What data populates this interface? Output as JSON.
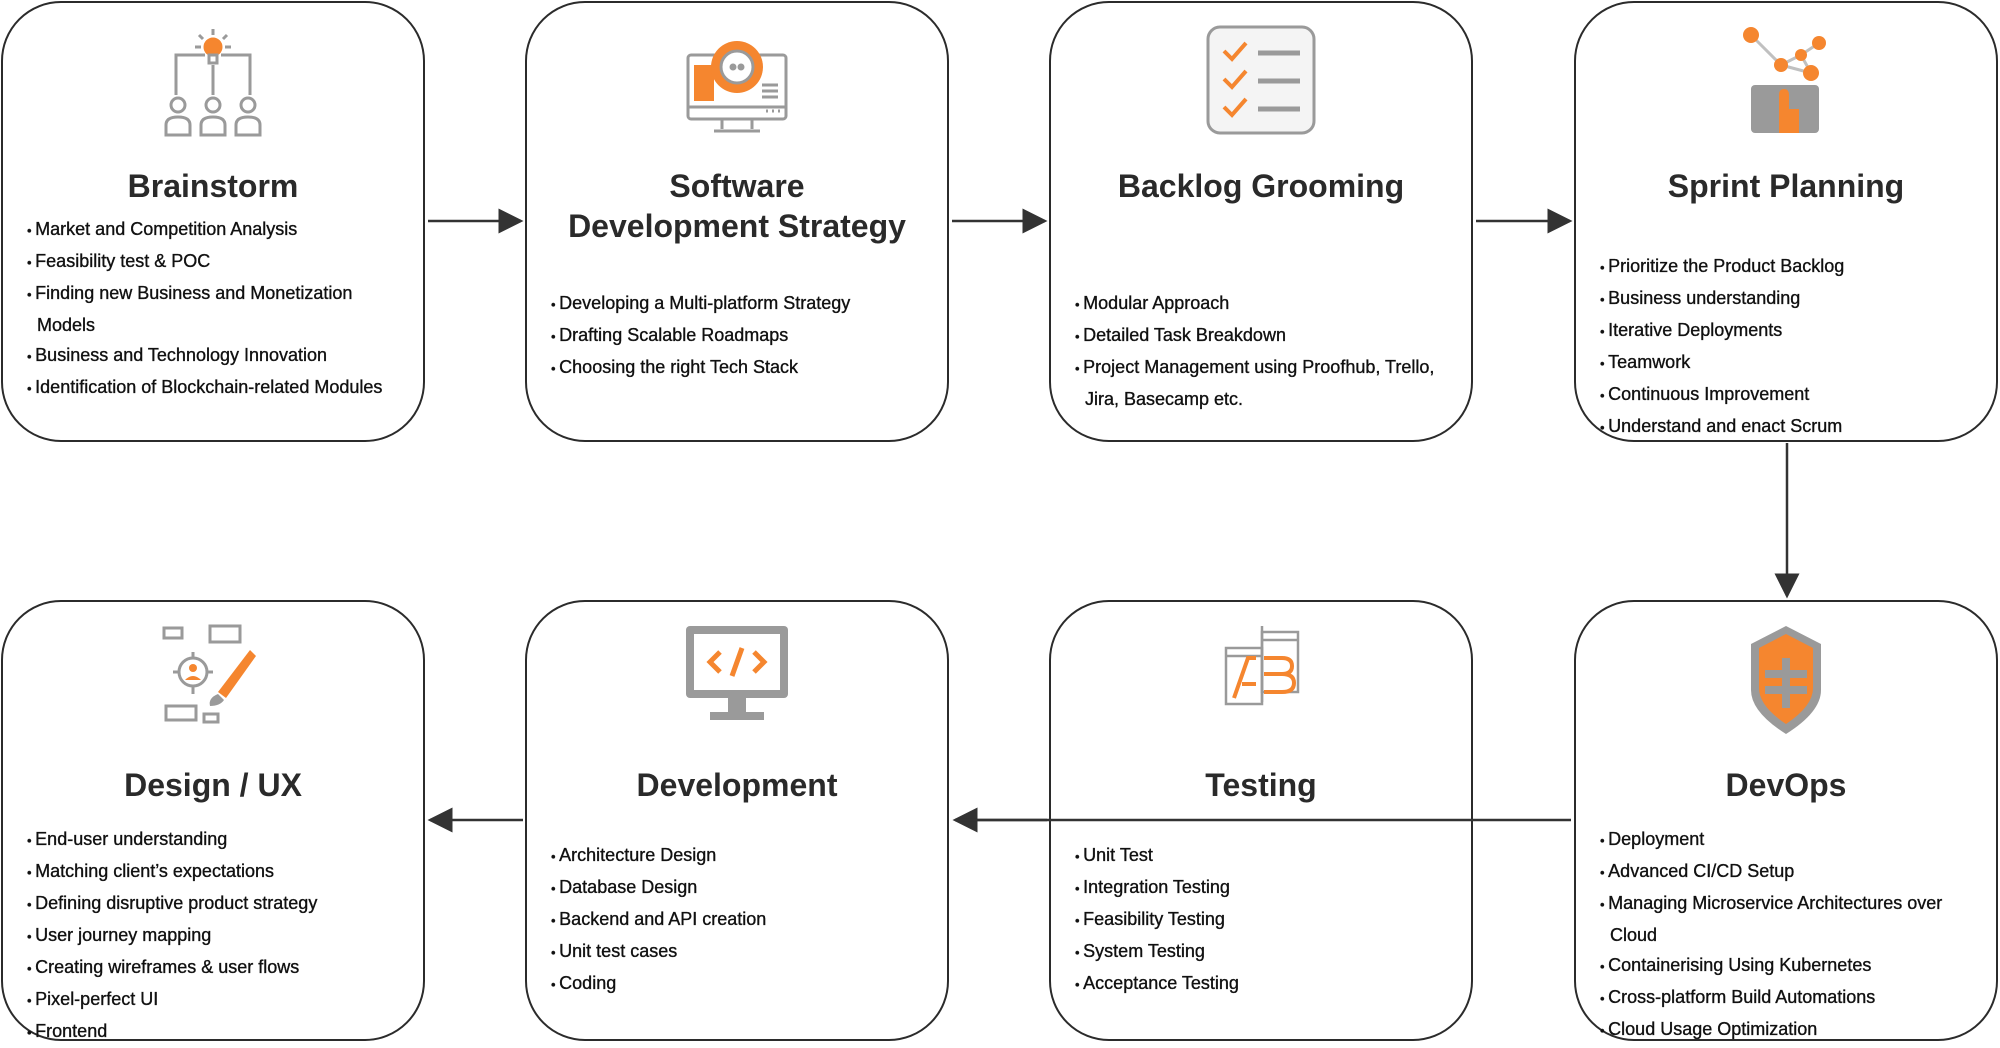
{
  "colors": {
    "accent": "#f5862f",
    "icon_gray": "#9a9a9a",
    "border": "#2b2b2b"
  },
  "steps": [
    {
      "title": "Brainstorm",
      "icon": "brainstorm-team-lightbulb-icon",
      "items": [
        "Market and Competition Analysis",
        "Feasibility test & POC",
        "Finding new Business and Monetization Models",
        "Business and Technology Innovation",
        "Identification of Blockchain-related Modules"
      ]
    },
    {
      "title": "Software Development Strategy",
      "icon": "monitor-gear-icon",
      "items": [
        "Developing a Multi-platform Strategy",
        "Drafting Scalable Roadmaps",
        "Choosing the right Tech Stack"
      ]
    },
    {
      "title": "Backlog Grooming",
      "icon": "checklist-icon",
      "items": [
        "Modular Approach",
        "Detailed Task Breakdown",
        "Project Management using Proofhub, Trello, Jira, Basecamp etc."
      ]
    },
    {
      "title": "Sprint Planning",
      "icon": "tablet-network-touch-icon",
      "items": [
        "Prioritize the Product Backlog",
        "Business understanding",
        "Iterative Deployments",
        "Teamwork",
        "Continuous Improvement",
        "Understand and enact Scrum"
      ]
    },
    {
      "title": "DevOps",
      "icon": "shield-icon",
      "items": [
        "Deployment",
        "Advanced CI/CD Setup",
        "Managing Microservice Architectures over Cloud",
        "Containerising Using Kubernetes",
        "Cross-platform Build Automations",
        "Cloud Usage Optimization"
      ]
    },
    {
      "title": "Testing",
      "icon": "ab-testing-icon",
      "items": [
        "Unit Test",
        "Integration Testing",
        "Feasibility Testing",
        "System Testing",
        "Acceptance Testing"
      ]
    },
    {
      "title": "Development",
      "icon": "monitor-code-icon",
      "items": [
        "Architecture Design",
        "Database Design",
        "Backend and API creation",
        "Unit test cases",
        "Coding"
      ]
    },
    {
      "title": "Design / UX",
      "icon": "design-ux-icon",
      "items": [
        "End-user understanding",
        "Matching client’s expectations",
        "Defining disruptive product strategy",
        "User journey mapping",
        "Creating wireframes & user flows",
        "Pixel-perfect UI",
        "Frontend"
      ]
    }
  ]
}
